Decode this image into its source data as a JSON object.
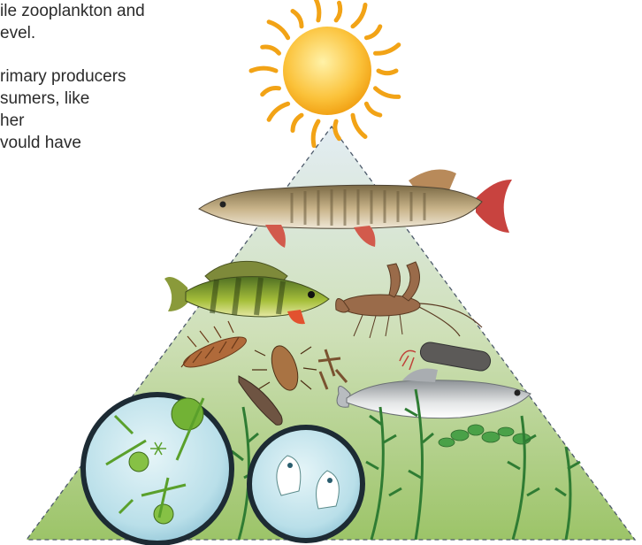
{
  "text": {
    "paragraph1": [
      "ile zooplankton and",
      "evel."
    ],
    "paragraph2": [
      "rimary producers",
      "sumers, like",
      "her",
      "vould have"
    ]
  },
  "colors": {
    "sun": "#f6b21a",
    "sun_core": "#ffe58a",
    "pyramid_top": "#dfeaf2",
    "pyramid_bottom": "#9fc36a",
    "water_circle": "#c9e6ee",
    "plant": "#2f8a35"
  },
  "organisms": [
    "sun",
    "pike",
    "perch",
    "crayfish",
    "water-beetle",
    "mayfly-larva",
    "caddisfly-larva",
    "leech",
    "damselfly-larva",
    "roach-fish",
    "phytoplankton",
    "zooplankton",
    "pondweed",
    "duckweed"
  ]
}
